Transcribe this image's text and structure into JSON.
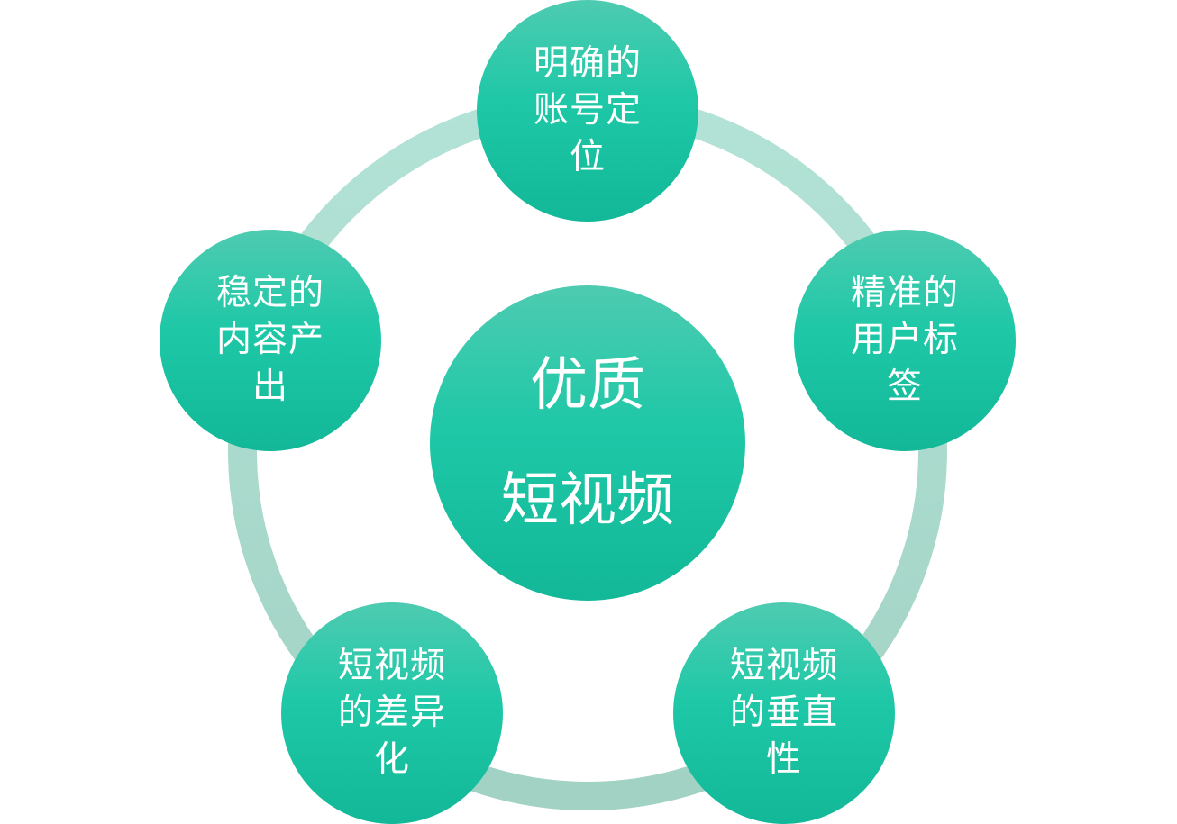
{
  "center": {
    "line1": "优质",
    "line2": "短视频"
  },
  "nodes": [
    {
      "id": "top",
      "label": "明确的账号定位"
    },
    {
      "id": "right",
      "label": "精准的用户标签"
    },
    {
      "id": "bottom-right",
      "label": "短视频的垂直性"
    },
    {
      "id": "bottom-left",
      "label": "短视频的差异化"
    },
    {
      "id": "left",
      "label": "稳定的内容产出"
    }
  ],
  "colors": {
    "ring": "#ade0d2",
    "node_top": "#4ecbb1",
    "node_bottom": "#12b898",
    "text": "#ffffff"
  }
}
